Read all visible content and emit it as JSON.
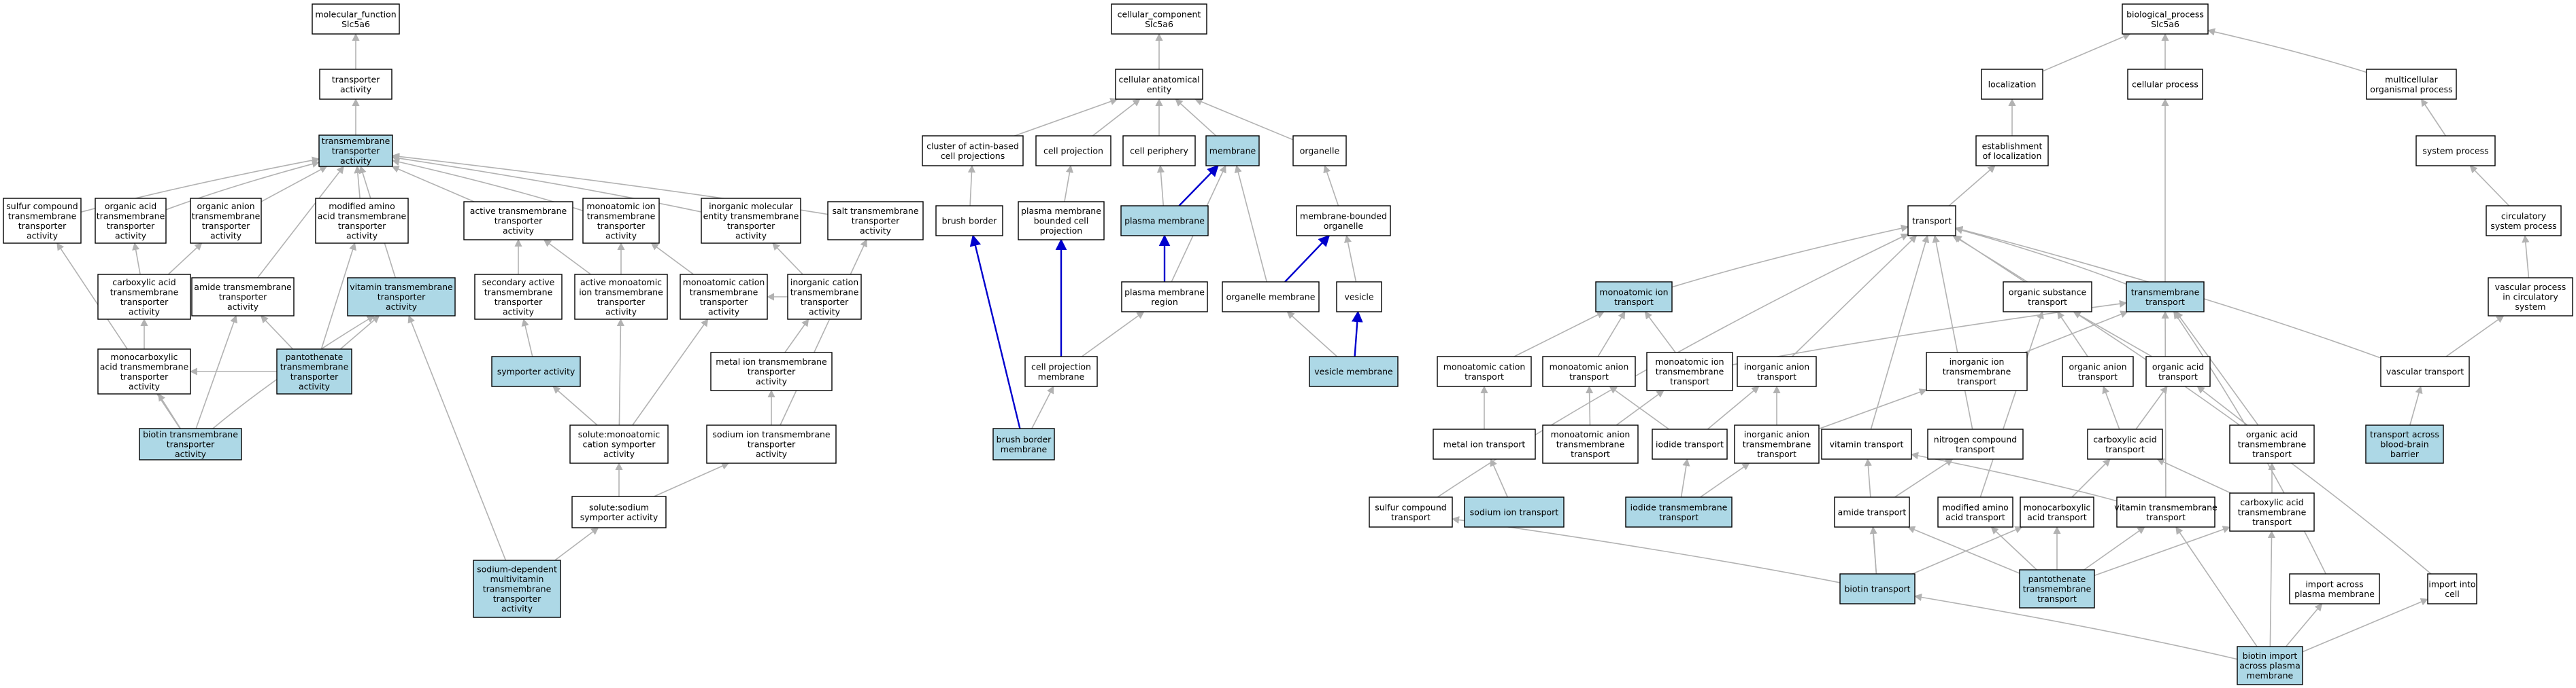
{
  "colors": {
    "highlight_fill": "#add8e6",
    "plain_fill": "#ffffff",
    "gray_edge": "#b2b2b2",
    "blue_edge": "#0000cd",
    "border": "#000000"
  },
  "nodes": [
    {
      "id": "mf_root",
      "lines": [
        "molecular_function",
        "Slc5a6"
      ]
    },
    {
      "id": "transporter_activity",
      "lines": [
        "transporter",
        "activity"
      ]
    },
    {
      "id": "tm_transporter_activity",
      "lines": [
        "transmembrane",
        "transporter",
        "activity"
      ],
      "hl": true
    },
    {
      "id": "sulfur_tm",
      "lines": [
        "sulfur compound",
        "transmembrane",
        "transporter",
        "activity"
      ]
    },
    {
      "id": "organic_acid_tm",
      "lines": [
        "organic acid",
        "transmembrane",
        "transporter",
        "activity"
      ]
    },
    {
      "id": "organic_anion_tm",
      "lines": [
        "organic anion",
        "transmembrane",
        "transporter",
        "activity"
      ]
    },
    {
      "id": "modified_amino_tm",
      "lines": [
        "modified amino",
        "acid transmembrane",
        "transporter",
        "activity"
      ]
    },
    {
      "id": "active_tm",
      "lines": [
        "active transmembrane",
        "transporter",
        "activity"
      ]
    },
    {
      "id": "monoatomic_ion_tm",
      "lines": [
        "monoatomic ion",
        "transmembrane",
        "transporter",
        "activity"
      ]
    },
    {
      "id": "inorganic_mol_tm",
      "lines": [
        "inorganic molecular",
        "entity transmembrane",
        "transporter",
        "activity"
      ]
    },
    {
      "id": "salt_tm",
      "lines": [
        "salt transmembrane",
        "transporter",
        "activity"
      ]
    },
    {
      "id": "carboxylic_tm",
      "lines": [
        "carboxylic acid",
        "transmembrane",
        "transporter",
        "activity"
      ]
    },
    {
      "id": "amide_tm",
      "lines": [
        "amide transmembrane",
        "transporter",
        "activity"
      ]
    },
    {
      "id": "vitamin_tm",
      "lines": [
        "vitamin transmembrane",
        "transporter",
        "activity"
      ],
      "hl": true
    },
    {
      "id": "secondary_active",
      "lines": [
        "secondary active",
        "transmembrane",
        "transporter",
        "activity"
      ]
    },
    {
      "id": "active_monoatomic",
      "lines": [
        "active monoatomic",
        "ion transmembrane",
        "transporter",
        "activity"
      ]
    },
    {
      "id": "monoatomic_cation_tm",
      "lines": [
        "monoatomic cation",
        "transmembrane",
        "transporter",
        "activity"
      ]
    },
    {
      "id": "inorganic_cation_tm",
      "lines": [
        "inorganic cation",
        "transmembrane",
        "transporter",
        "activity"
      ]
    },
    {
      "id": "monocarboxylic_tm",
      "lines": [
        "monocarboxylic",
        "acid transmembrane",
        "transporter",
        "activity"
      ]
    },
    {
      "id": "pantothenate_tm",
      "lines": [
        "pantothenate",
        "transmembrane",
        "transporter",
        "activity"
      ],
      "hl": true
    },
    {
      "id": "symporter",
      "lines": [
        "symporter activity"
      ],
      "hl": true
    },
    {
      "id": "metal_ion_tm",
      "lines": [
        "metal ion transmembrane",
        "transporter",
        "activity"
      ]
    },
    {
      "id": "biotin_tm",
      "lines": [
        "biotin transmembrane",
        "transporter",
        "activity"
      ],
      "hl": true
    },
    {
      "id": "solute_cation_symporter",
      "lines": [
        "solute:monoatomic",
        "cation symporter",
        "activity"
      ]
    },
    {
      "id": "sodium_ion_tm",
      "lines": [
        "sodium ion transmembrane",
        "transporter",
        "activity"
      ]
    },
    {
      "id": "solute_sodium",
      "lines": [
        "solute:sodium",
        "symporter activity"
      ]
    },
    {
      "id": "sodium_multivitamin",
      "lines": [
        "sodium-dependent",
        "multivitamin",
        "transmembrane",
        "transporter",
        "activity"
      ],
      "hl": true
    },
    {
      "id": "cc_root",
      "lines": [
        "cellular_component",
        "Slc5a6"
      ]
    },
    {
      "id": "cell_anat",
      "lines": [
        "cellular anatomical",
        "entity"
      ]
    },
    {
      "id": "cluster_actin",
      "lines": [
        "cluster of actin-based",
        "cell projections"
      ]
    },
    {
      "id": "cell_projection",
      "lines": [
        "cell projection"
      ]
    },
    {
      "id": "cell_periphery",
      "lines": [
        "cell periphery"
      ]
    },
    {
      "id": "membrane",
      "lines": [
        "membrane"
      ],
      "hl": true
    },
    {
      "id": "organelle",
      "lines": [
        "organelle"
      ]
    },
    {
      "id": "brush_border",
      "lines": [
        "brush border"
      ]
    },
    {
      "id": "pm_bounded",
      "lines": [
        "plasma membrane",
        "bounded cell",
        "projection"
      ]
    },
    {
      "id": "plasma_membrane",
      "lines": [
        "plasma membrane"
      ],
      "hl": true
    },
    {
      "id": "membrane_bounded_org",
      "lines": [
        "membrane-bounded",
        "organelle"
      ]
    },
    {
      "id": "pm_region",
      "lines": [
        "plasma membrane",
        "region"
      ]
    },
    {
      "id": "organelle_membrane",
      "lines": [
        "organelle membrane"
      ]
    },
    {
      "id": "vesicle",
      "lines": [
        "vesicle"
      ]
    },
    {
      "id": "cell_projection_membrane",
      "lines": [
        "cell projection",
        "membrane"
      ]
    },
    {
      "id": "vesicle_membrane",
      "lines": [
        "vesicle membrane"
      ],
      "hl": true
    },
    {
      "id": "brush_border_membrane",
      "lines": [
        "brush border",
        "membrane"
      ],
      "hl": true
    },
    {
      "id": "bp_root",
      "lines": [
        "biological_process",
        "Slc5a6"
      ]
    },
    {
      "id": "localization",
      "lines": [
        "localization"
      ]
    },
    {
      "id": "cellular_process",
      "lines": [
        "cellular process"
      ]
    },
    {
      "id": "multicellular",
      "lines": [
        "multicellular",
        "organismal process"
      ]
    },
    {
      "id": "establishment_loc",
      "lines": [
        "establishment",
        "of localization"
      ]
    },
    {
      "id": "system_process",
      "lines": [
        "system process"
      ]
    },
    {
      "id": "transport",
      "lines": [
        "transport"
      ]
    },
    {
      "id": "circulatory",
      "lines": [
        "circulatory",
        "system process"
      ]
    },
    {
      "id": "monoatomic_ion_transport",
      "lines": [
        "monoatomic ion",
        "transport"
      ],
      "hl": true
    },
    {
      "id": "organic_substance_transport",
      "lines": [
        "organic substance",
        "transport"
      ]
    },
    {
      "id": "tm_transport",
      "lines": [
        "transmembrane",
        "transport"
      ],
      "hl": true
    },
    {
      "id": "vascular_process",
      "lines": [
        "vascular process",
        "in circulatory",
        "system"
      ]
    },
    {
      "id": "monoatomic_cation_transport",
      "lines": [
        "monoatomic cation",
        "transport"
      ]
    },
    {
      "id": "monoatomic_anion_transport",
      "lines": [
        "monoatomic anion",
        "transport"
      ]
    },
    {
      "id": "monoatomic_ion_tm_transport",
      "lines": [
        "monoatomic ion",
        "transmembrane",
        "transport"
      ]
    },
    {
      "id": "inorganic_anion_transport",
      "lines": [
        "inorganic anion",
        "transport"
      ]
    },
    {
      "id": "inorganic_ion_tm_transport",
      "lines": [
        "inorganic ion",
        "transmembrane",
        "transport"
      ]
    },
    {
      "id": "organic_anion_transport",
      "lines": [
        "organic anion",
        "transport"
      ]
    },
    {
      "id": "organic_acid_transport",
      "lines": [
        "organic acid",
        "transport"
      ]
    },
    {
      "id": "vascular_transport",
      "lines": [
        "vascular transport"
      ]
    },
    {
      "id": "metal_ion_transport",
      "lines": [
        "metal ion transport"
      ]
    },
    {
      "id": "monoatomic_anion_tm_transport",
      "lines": [
        "monoatomic anion",
        "transmembrane",
        "transport"
      ]
    },
    {
      "id": "iodide_transport",
      "lines": [
        "iodide transport"
      ]
    },
    {
      "id": "inorganic_anion_tm_transport",
      "lines": [
        "inorganic anion",
        "transmembrane",
        "transport"
      ]
    },
    {
      "id": "vitamin_transport",
      "lines": [
        "vitamin transport"
      ]
    },
    {
      "id": "nitrogen_compound_transport",
      "lines": [
        "nitrogen compound",
        "transport"
      ]
    },
    {
      "id": "carboxylic_transport",
      "lines": [
        "carboxylic acid",
        "transport"
      ]
    },
    {
      "id": "organic_acid_tm_transport",
      "lines": [
        "organic acid",
        "transmembrane",
        "transport"
      ]
    },
    {
      "id": "transport_bbb",
      "lines": [
        "transport across",
        "blood-brain",
        "barrier"
      ],
      "hl": true
    },
    {
      "id": "sulfur_transport",
      "lines": [
        "sulfur compound",
        "transport"
      ]
    },
    {
      "id": "sodium_ion_transport",
      "lines": [
        "sodium ion transport"
      ],
      "hl": true
    },
    {
      "id": "iodide_tm_transport",
      "lines": [
        "iodide transmembrane",
        "transport"
      ],
      "hl": true
    },
    {
      "id": "amide_transport",
      "lines": [
        "amide transport"
      ]
    },
    {
      "id": "modified_amino_transport",
      "lines": [
        "modified amino",
        "acid transport"
      ]
    },
    {
      "id": "monocarboxylic_transport",
      "lines": [
        "monocarboxylic",
        "acid transport"
      ]
    },
    {
      "id": "vitamin_tm_transport",
      "lines": [
        "vitamin transmembrane",
        "transport"
      ]
    },
    {
      "id": "carboxylic_tm_transport",
      "lines": [
        "carboxylic acid",
        "transmembrane",
        "transport"
      ]
    },
    {
      "id": "biotin_transport",
      "lines": [
        "biotin transport"
      ],
      "hl": true
    },
    {
      "id": "pantothenate_tm_transport",
      "lines": [
        "pantothenate",
        "transmembrane",
        "transport"
      ],
      "hl": true
    },
    {
      "id": "import_across_pm",
      "lines": [
        "import across",
        "plasma membrane"
      ]
    },
    {
      "id": "import_into_cell",
      "lines": [
        "import into",
        "cell"
      ]
    },
    {
      "id": "biotin_import",
      "lines": [
        "biotin import",
        "across plasma",
        "membrane"
      ],
      "hl": true
    }
  ],
  "edges": [
    [
      "transporter_activity",
      "mf_root"
    ],
    [
      "tm_transporter_activity",
      "transporter_activity"
    ],
    [
      "sulfur_tm",
      "tm_transporter_activity"
    ],
    [
      "organic_acid_tm",
      "tm_transporter_activity"
    ],
    [
      "organic_anion_tm",
      "tm_transporter_activity"
    ],
    [
      "modified_amino_tm",
      "tm_transporter_activity"
    ],
    [
      "active_tm",
      "tm_transporter_activity"
    ],
    [
      "monoatomic_ion_tm",
      "tm_transporter_activity"
    ],
    [
      "inorganic_mol_tm",
      "tm_transporter_activity"
    ],
    [
      "salt_tm",
      "tm_transporter_activity"
    ],
    [
      "vitamin_tm",
      "tm_transporter_activity"
    ],
    [
      "amide_tm",
      "tm_transporter_activity"
    ],
    [
      "carboxylic_tm",
      "organic_acid_tm"
    ],
    [
      "carboxylic_tm",
      "organic_anion_tm"
    ],
    [
      "monocarboxylic_tm",
      "carboxylic_tm"
    ],
    [
      "pantothenate_tm",
      "monocarboxylic_tm"
    ],
    [
      "pantothenate_tm",
      "amide_tm"
    ],
    [
      "pantothenate_tm",
      "vitamin_tm"
    ],
    [
      "pantothenate_tm",
      "modified_amino_tm"
    ],
    [
      "biotin_tm",
      "sulfur_tm"
    ],
    [
      "biotin_tm",
      "monocarboxylic_tm"
    ],
    [
      "biotin_tm",
      "amide_tm"
    ],
    [
      "biotin_tm",
      "vitamin_tm"
    ],
    [
      "secondary_active",
      "active_tm"
    ],
    [
      "symporter",
      "secondary_active"
    ],
    [
      "active_monoatomic",
      "active_tm"
    ],
    [
      "active_monoatomic",
      "monoatomic_ion_tm"
    ],
    [
      "monoatomic_cation_tm",
      "monoatomic_ion_tm"
    ],
    [
      "inorganic_cation_tm",
      "inorganic_mol_tm"
    ],
    [
      "inorganic_cation_tm",
      "monoatomic_cation_tm"
    ],
    [
      "metal_ion_tm",
      "inorganic_cation_tm"
    ],
    [
      "sodium_ion_tm",
      "metal_ion_tm"
    ],
    [
      "sodium_ion_tm",
      "salt_tm"
    ],
    [
      "solute_cation_symporter",
      "symporter"
    ],
    [
      "solute_cation_symporter",
      "active_monoatomic"
    ],
    [
      "solute_cation_symporter",
      "monoatomic_cation_tm"
    ],
    [
      "solute_sodium",
      "solute_cation_symporter"
    ],
    [
      "solute_sodium",
      "sodium_ion_tm"
    ],
    [
      "sodium_multivitamin",
      "solute_sodium"
    ],
    [
      "sodium_multivitamin",
      "vitamin_tm"
    ],
    [
      "cell_anat",
      "cc_root"
    ],
    [
      "cluster_actin",
      "cell_anat"
    ],
    [
      "cell_projection",
      "cell_anat"
    ],
    [
      "cell_periphery",
      "cell_anat"
    ],
    [
      "membrane",
      "cell_anat"
    ],
    [
      "organelle",
      "cell_anat"
    ],
    [
      "brush_border",
      "cluster_actin"
    ],
    [
      "pm_bounded",
      "cell_projection"
    ],
    [
      "plasma_membrane",
      "cell_periphery"
    ],
    [
      "plasma_membrane",
      "membrane",
      "blue"
    ],
    [
      "membrane_bounded_org",
      "organelle"
    ],
    [
      "pm_region",
      "plasma_membrane",
      "blue"
    ],
    [
      "pm_region",
      "membrane"
    ],
    [
      "organelle_membrane",
      "membrane"
    ],
    [
      "organelle_membrane",
      "membrane_bounded_org",
      "blue"
    ],
    [
      "vesicle",
      "membrane_bounded_org"
    ],
    [
      "cell_projection_membrane",
      "pm_bounded",
      "blue"
    ],
    [
      "cell_projection_membrane",
      "pm_region"
    ],
    [
      "vesicle_membrane",
      "organelle_membrane"
    ],
    [
      "vesicle_membrane",
      "vesicle",
      "blue"
    ],
    [
      "brush_border_membrane",
      "cell_projection_membrane"
    ],
    [
      "brush_border_membrane",
      "brush_border",
      "blue"
    ],
    [
      "localization",
      "bp_root"
    ],
    [
      "cellular_process",
      "bp_root"
    ],
    [
      "multicellular",
      "bp_root"
    ],
    [
      "establishment_loc",
      "localization"
    ],
    [
      "system_process",
      "multicellular"
    ],
    [
      "transport",
      "establishment_loc"
    ],
    [
      "circulatory",
      "system_process"
    ],
    [
      "tm_transport",
      "cellular_process"
    ],
    [
      "tm_transport",
      "transport"
    ],
    [
      "vascular_process",
      "circulatory"
    ],
    [
      "monoatomic_ion_transport",
      "transport"
    ],
    [
      "organic_substance_transport",
      "transport"
    ],
    [
      "monoatomic_cation_transport",
      "monoatomic_ion_transport"
    ],
    [
      "monoatomic_anion_transport",
      "monoatomic_ion_transport"
    ],
    [
      "monoatomic_ion_tm_transport",
      "monoatomic_ion_transport"
    ],
    [
      "monoatomic_ion_tm_transport",
      "tm_transport"
    ],
    [
      "inorganic_anion_transport",
      "transport"
    ],
    [
      "inorganic_ion_tm_transport",
      "tm_transport"
    ],
    [
      "organic_anion_transport",
      "organic_substance_transport"
    ],
    [
      "organic_acid_transport",
      "organic_substance_transport"
    ],
    [
      "vascular_transport",
      "vascular_process"
    ],
    [
      "vascular_transport",
      "transport"
    ],
    [
      "metal_ion_transport",
      "monoatomic_cation_transport"
    ],
    [
      "monoatomic_anion_tm_transport",
      "monoatomic_anion_transport"
    ],
    [
      "monoatomic_anion_tm_transport",
      "monoatomic_ion_tm_transport"
    ],
    [
      "iodide_transport",
      "monoatomic_anion_transport"
    ],
    [
      "iodide_transport",
      "inorganic_anion_transport"
    ],
    [
      "inorganic_anion_tm_transport",
      "inorganic_anion_transport"
    ],
    [
      "inorganic_anion_tm_transport",
      "inorganic_ion_tm_transport"
    ],
    [
      "vitamin_transport",
      "transport"
    ],
    [
      "nitrogen_compound_transport",
      "transport"
    ],
    [
      "carboxylic_transport",
      "organic_anion_transport"
    ],
    [
      "carboxylic_transport",
      "organic_acid_transport"
    ],
    [
      "organic_acid_tm_transport",
      "organic_acid_transport"
    ],
    [
      "organic_acid_tm_transport",
      "tm_transport"
    ],
    [
      "transport_bbb",
      "vascular_transport"
    ],
    [
      "sulfur_transport",
      "transport"
    ],
    [
      "sodium_ion_transport",
      "metal_ion_transport"
    ],
    [
      "iodide_tm_transport",
      "iodide_transport"
    ],
    [
      "iodide_tm_transport",
      "inorganic_anion_tm_transport"
    ],
    [
      "amide_transport",
      "nitrogen_compound_transport"
    ],
    [
      "modified_amino_transport",
      "organic_substance_transport"
    ],
    [
      "monocarboxylic_transport",
      "carboxylic_transport"
    ],
    [
      "vitamin_tm_transport",
      "vitamin_transport"
    ],
    [
      "vitamin_tm_transport",
      "tm_transport"
    ],
    [
      "carboxylic_tm_transport",
      "carboxylic_transport"
    ],
    [
      "carboxylic_tm_transport",
      "organic_acid_tm_transport"
    ],
    [
      "biotin_transport",
      "sulfur_transport"
    ],
    [
      "biotin_transport",
      "amide_transport"
    ],
    [
      "biotin_transport",
      "vitamin_transport"
    ],
    [
      "biotin_transport",
      "monocarboxylic_transport"
    ],
    [
      "pantothenate_tm_transport",
      "amide_transport"
    ],
    [
      "pantothenate_tm_transport",
      "modified_amino_transport"
    ],
    [
      "pantothenate_tm_transport",
      "monocarboxylic_transport"
    ],
    [
      "pantothenate_tm_transport",
      "vitamin_tm_transport"
    ],
    [
      "pantothenate_tm_transport",
      "carboxylic_tm_transport"
    ],
    [
      "import_across_pm",
      "tm_transport"
    ],
    [
      "import_into_cell",
      "transport"
    ],
    [
      "biotin_import",
      "biotin_transport"
    ],
    [
      "biotin_import",
      "import_across_pm"
    ],
    [
      "biotin_import",
      "import_into_cell"
    ],
    [
      "biotin_import",
      "carboxylic_tm_transport"
    ],
    [
      "biotin_import",
      "vitamin_tm_transport"
    ]
  ]
}
